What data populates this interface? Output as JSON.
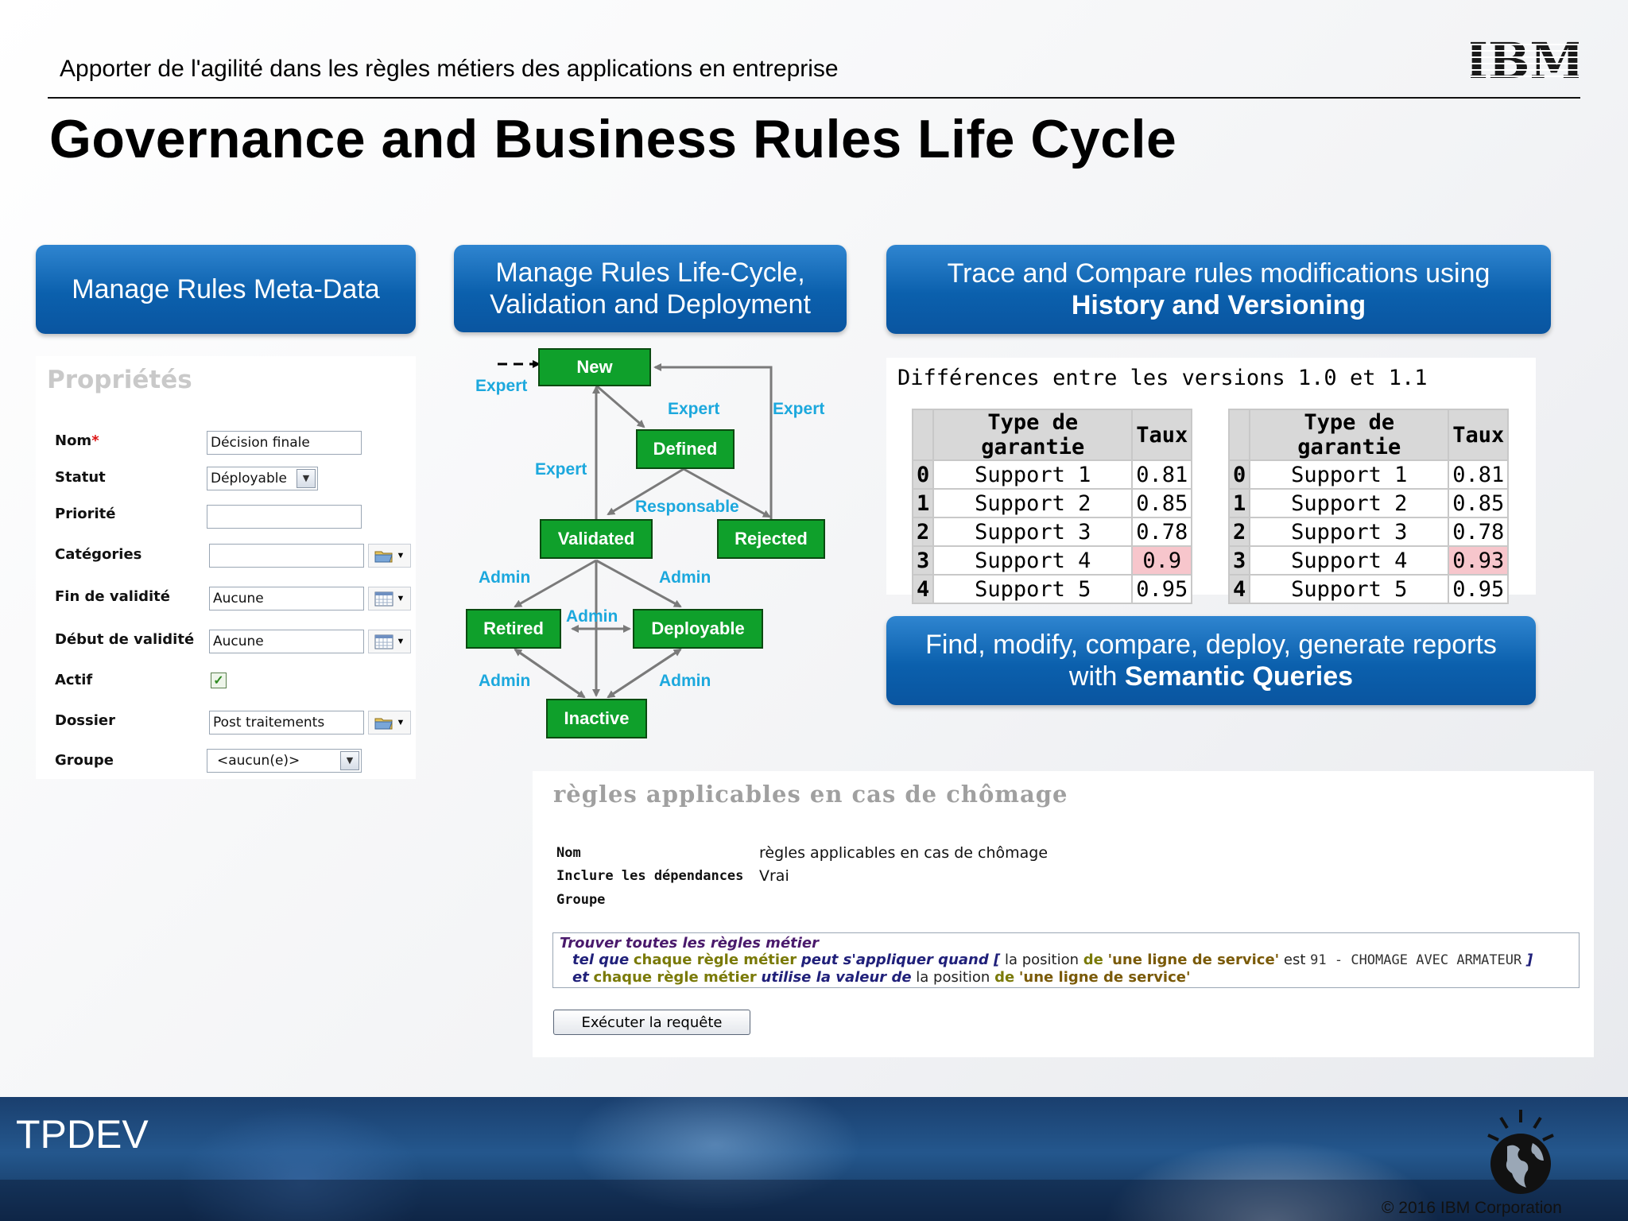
{
  "header": {
    "subtitle": "Apporter de l'agilité dans les règles métiers des applications en entreprise",
    "title": "Governance and Business Rules Life Cycle",
    "logo_text": "IBM"
  },
  "boxes": {
    "metadata": "Manage Rules Meta-Data",
    "lifecycle_line1": "Manage Rules Life-Cycle,",
    "lifecycle_line2": "Validation and Deployment",
    "history_line1": "Trace and Compare rules modifications using",
    "history_line2": "History and Versioning",
    "semantic_line1": "Find, modify, compare, deploy, generate reports",
    "semantic_line2_prefix": "with ",
    "semantic_line2_bold": "Semantic Queries"
  },
  "properties": {
    "title": "Propriétés",
    "nom_label": "Nom",
    "nom_required": "*",
    "nom_value": "Décision finale",
    "statut_label": "Statut",
    "statut_value": "Déployable",
    "priorite_label": "Priorité",
    "priorite_value": "",
    "categories_label": "Catégories",
    "categories_value": "",
    "fin_label": "Fin de validité",
    "fin_value": "Aucune",
    "debut_label": "Début de validité",
    "debut_value": "Aucune",
    "actif_label": "Actif",
    "actif_checked": true,
    "dossier_label": "Dossier",
    "dossier_value": "Post traitements",
    "groupe_label": "Groupe",
    "groupe_value": "<aucun(e)>"
  },
  "lifecycle": {
    "states": {
      "new": "New",
      "defined": "Defined",
      "validated": "Validated",
      "rejected": "Rejected",
      "retired": "Retired",
      "deployable": "Deployable",
      "inactive": "Inactive"
    },
    "roles": {
      "expert_entry": "Expert",
      "expert_new_defined": "Expert",
      "expert_rejected_new": "Expert",
      "expert_validated_new": "Expert",
      "responsable": "Responsable",
      "admin_retired": "Admin",
      "admin_deployable": "Admin",
      "admin_center": "Admin",
      "admin_inactive_left": "Admin",
      "admin_inactive_right": "Admin"
    },
    "node_color": "#0fa02b",
    "label_color": "#1ca8dd"
  },
  "versions": {
    "title": "Différences entre les versions 1.0 et 1.1",
    "headers": [
      "Type de garantie",
      "Taux"
    ],
    "left": [
      {
        "idx": "0",
        "type": "Support 1",
        "rate": "0.81",
        "diff": false
      },
      {
        "idx": "1",
        "type": "Support 2",
        "rate": "0.85",
        "diff": false
      },
      {
        "idx": "2",
        "type": "Support 3",
        "rate": "0.78",
        "diff": false
      },
      {
        "idx": "3",
        "type": "Support 4",
        "rate": "0.9",
        "diff": true
      },
      {
        "idx": "4",
        "type": "Support 5",
        "rate": "0.95",
        "diff": false
      }
    ],
    "right": [
      {
        "idx": "0",
        "type": "Support 1",
        "rate": "0.81",
        "diff": false
      },
      {
        "idx": "1",
        "type": "Support 2",
        "rate": "0.85",
        "diff": false
      },
      {
        "idx": "2",
        "type": "Support 3",
        "rate": "0.78",
        "diff": false
      },
      {
        "idx": "3",
        "type": "Support 4",
        "rate": "0.93",
        "diff": true
      },
      {
        "idx": "4",
        "type": "Support 5",
        "rate": "0.95",
        "diff": false
      }
    ],
    "diff_color": "#f7c6cc"
  },
  "query": {
    "title": "règles applicables en cas de chômage",
    "nom_label": "Nom",
    "nom_value": "règles applicables en cas de chômage",
    "dep_label": "Inclure les dépendances",
    "dep_value": "Vrai",
    "groupe_label": "Groupe",
    "line1_a": "Trouver",
    "line1_b": "toutes les règles métier",
    "line2_a": "tel que",
    "line2_b": "chaque règle métier",
    "line2_c": "peut s'appliquer quand [",
    "line2_d": "la position",
    "line2_e": "de",
    "line2_f": "'une ligne de service'",
    "line2_g": "est",
    "line2_h": "91 - CHOMAGE AVEC ARMATEUR",
    "line2_i": "]",
    "line3_a": "et",
    "line3_b": "chaque règle métier",
    "line3_c": "utilise la valeur de",
    "line3_d": "la position",
    "line3_e": "de",
    "line3_f": "'une ligne de service'",
    "run_button": "Exécuter la requête"
  },
  "footer": {
    "brand": "TPDEV",
    "copyright": "© 2016 IBM Corporation"
  },
  "colors": {
    "box_blue": "#0b60ad",
    "diff_pink": "#f7c6cc"
  }
}
